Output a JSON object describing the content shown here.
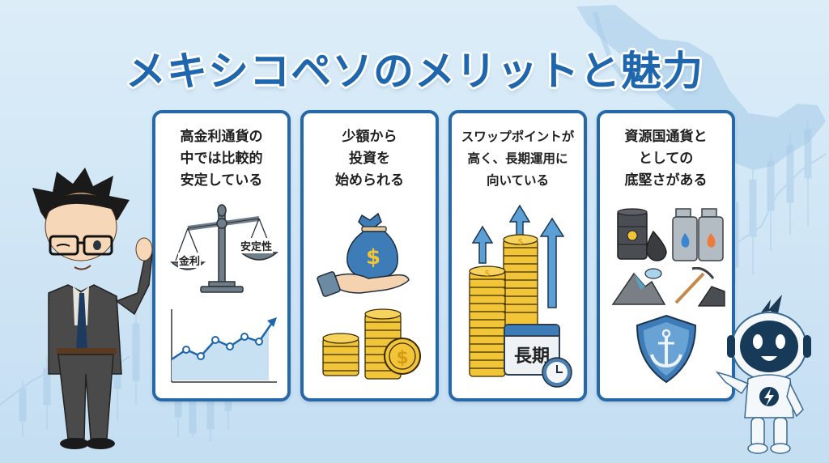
{
  "title": "メキシコペソのメリットと魅力",
  "colors": {
    "accent": "#1e66ad",
    "card_border": "#2668a8",
    "background": "#d6eaf7",
    "coin_gold": "#f2c438",
    "arrow_blue": "#5a9fd6"
  },
  "cards": [
    {
      "title": "高金利通貨の\n中では比較的\n安定している",
      "icons": [
        "balance-scale-icon",
        "line-chart-icon"
      ],
      "scale_left_label": "金利",
      "scale_right_label": "安定性"
    },
    {
      "title": "少額から\n投資を\n始められる",
      "icons": [
        "money-bag-hand-icon",
        "coin-stacks-icon"
      ],
      "bag_symbol": "$"
    },
    {
      "title": "スワップポイントが\n高く、長期運用に\n向いている",
      "icons": [
        "up-arrows-icon",
        "coin-stacks-icon",
        "calendar-icon",
        "clock-icon"
      ],
      "calendar_label": "長期"
    },
    {
      "title": "資源国通貨と\nとしての\n底堅さがある",
      "icons": [
        "oil-barrel-icon",
        "gas-cylinder-icon",
        "mountain-icon",
        "pickaxe-icon",
        "anchor-shield-icon"
      ]
    }
  ],
  "characters": {
    "left": "businessman-mascot",
    "right": "robot-mascot"
  }
}
